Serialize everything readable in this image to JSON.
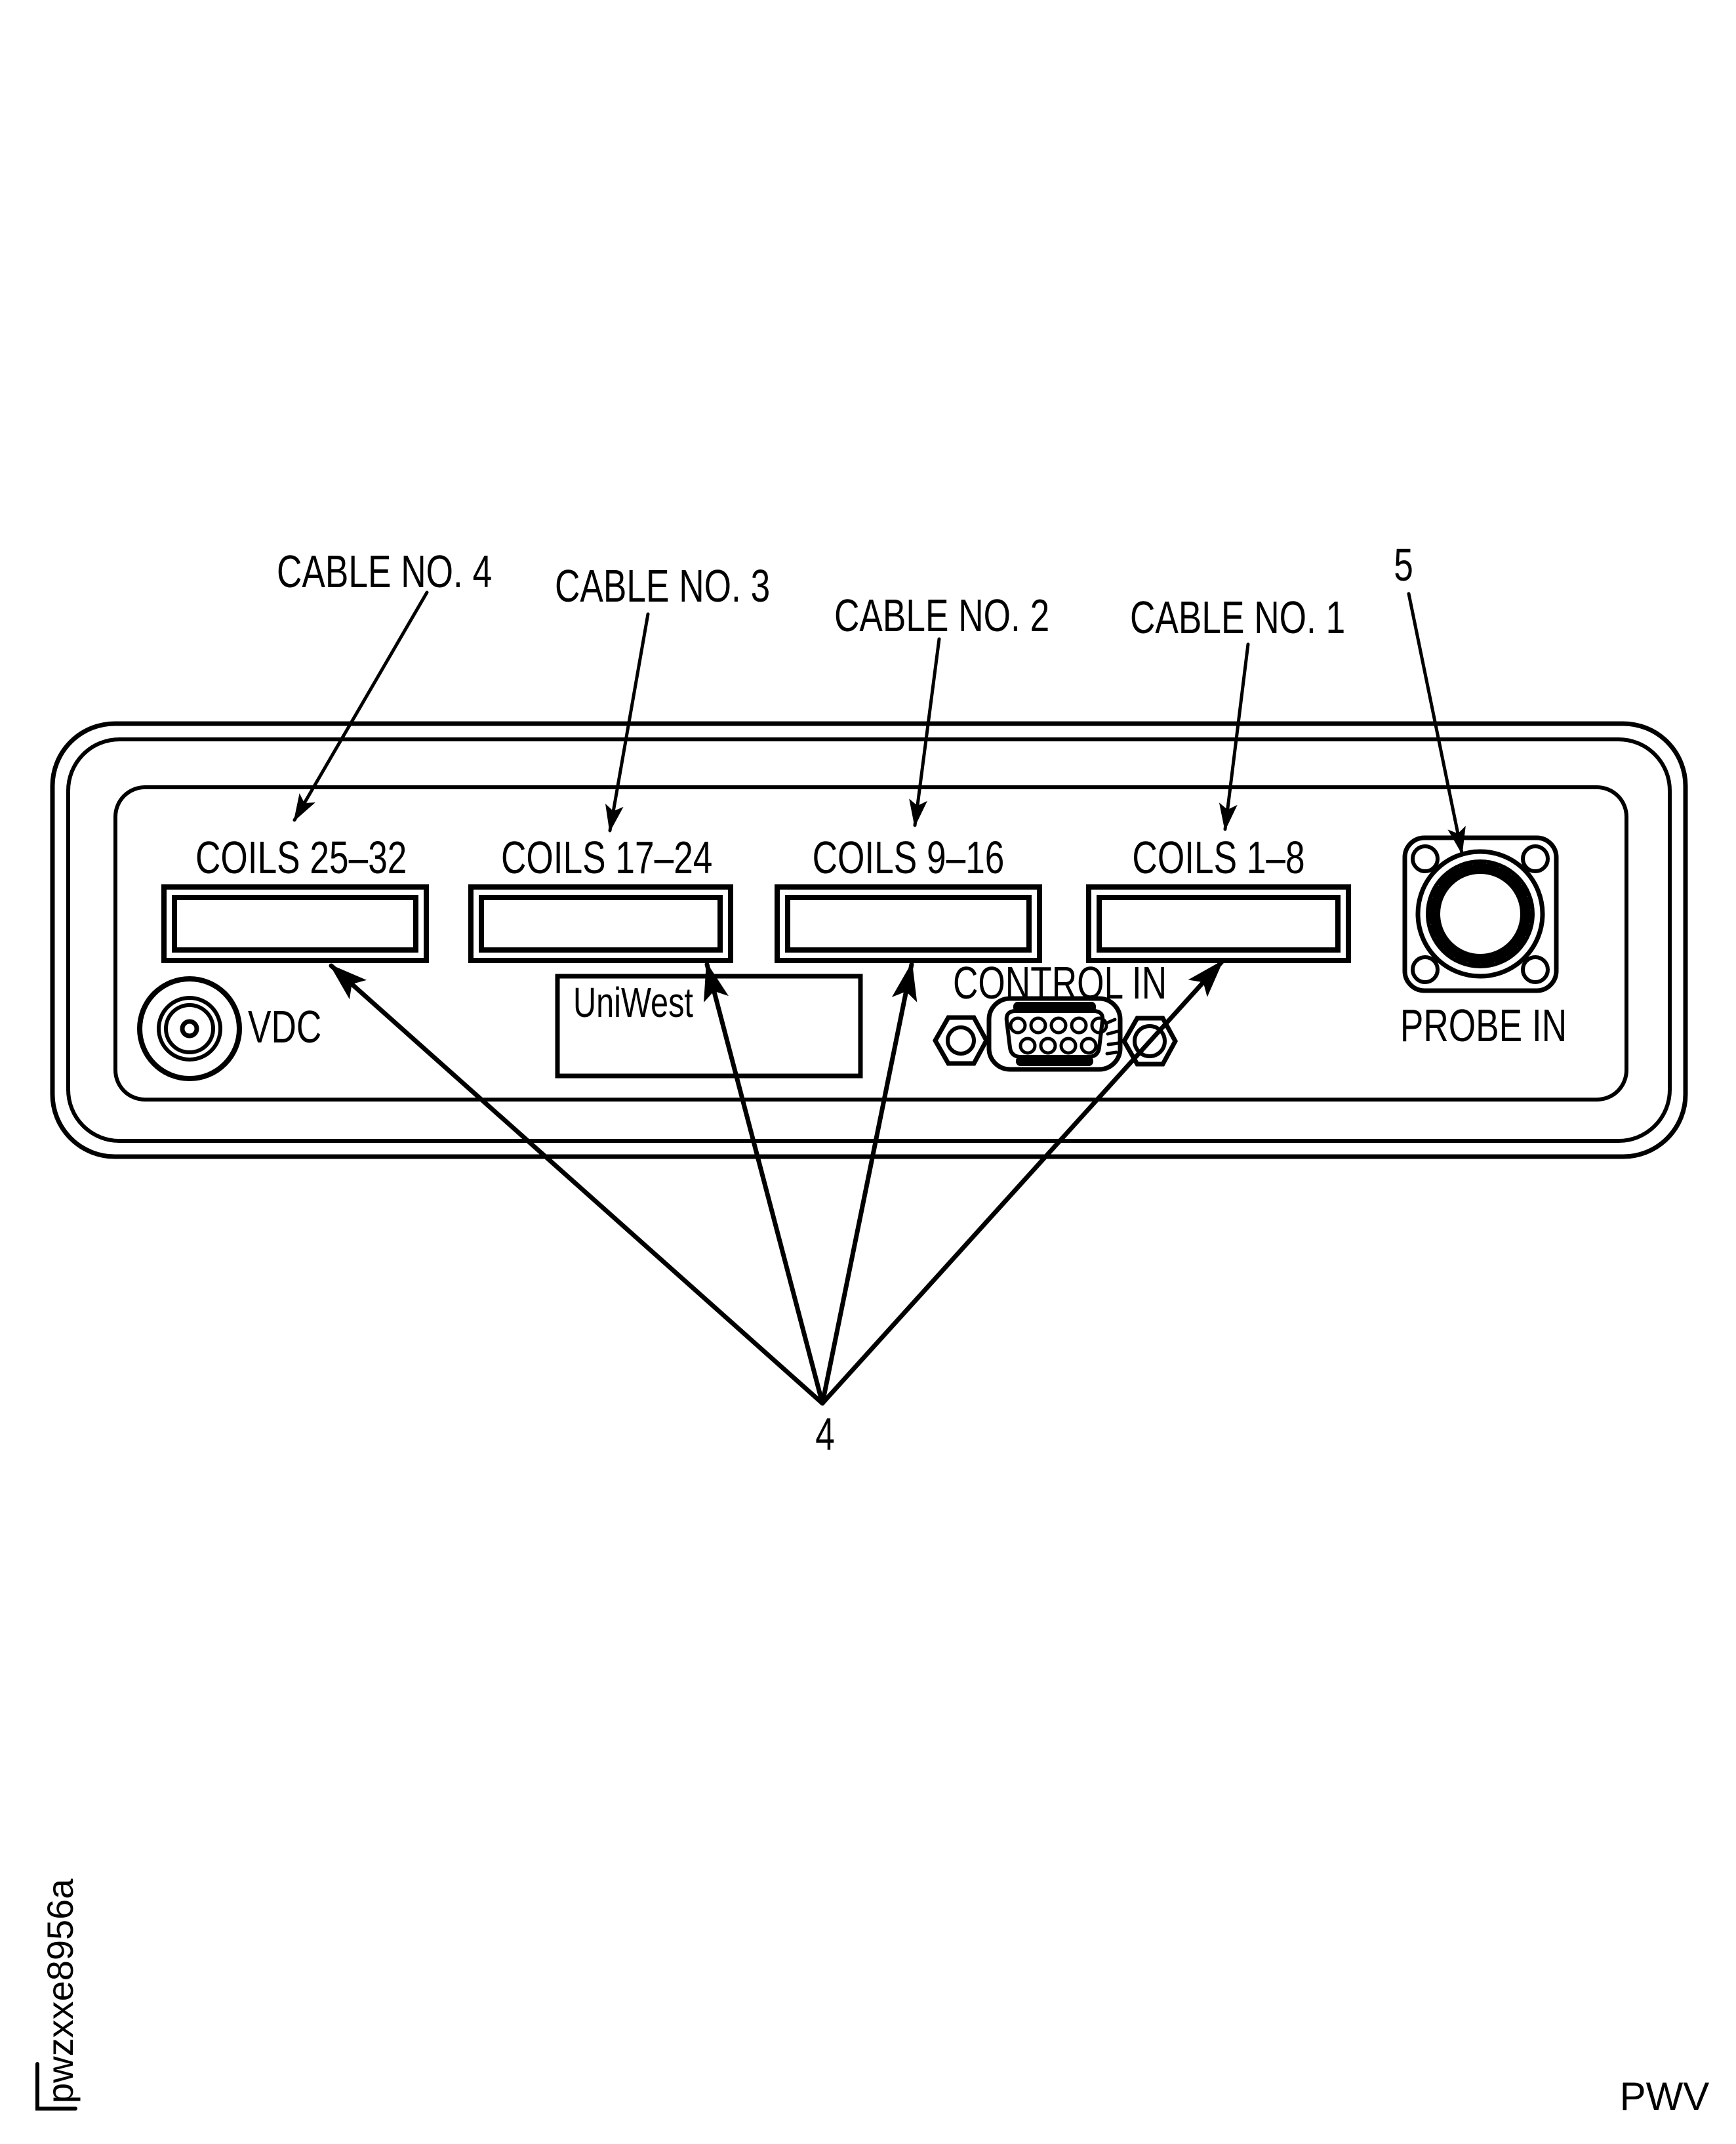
{
  "callouts": {
    "cable_no_4": "CABLE NO. 4",
    "cable_no_3": "CABLE NO. 3",
    "cable_no_2": "CABLE NO. 2",
    "cable_no_1": "CABLE NO. 1",
    "item_5": "5",
    "item_4": "4"
  },
  "panel_labels": {
    "coils_25_32": "COILS 25–32",
    "coils_17_24": "COILS 17–24",
    "coils_9_16": "COILS 9–16",
    "coils_1_8": "COILS 1–8",
    "vdc": "VDC",
    "brand": "UniWest",
    "control_in": "CONTROL IN",
    "probe_in": "PROBE IN"
  },
  "footer": {
    "figure_id": "pwzxxe8956a",
    "page_code": "PWV"
  },
  "colors": {
    "ink": "#000000",
    "paper": "#ffffff"
  }
}
